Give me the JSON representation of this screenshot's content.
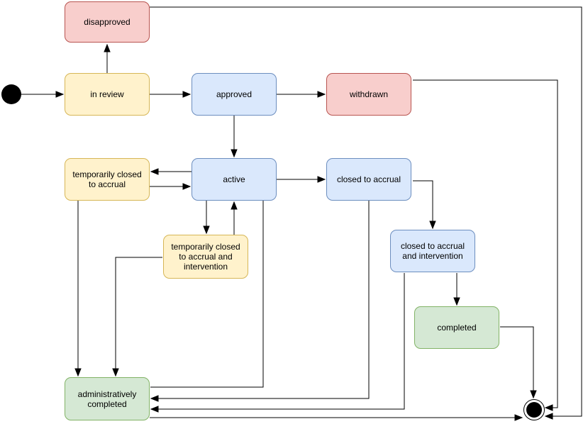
{
  "diagram": {
    "kind": "state-diagram",
    "background_color": "#ffffff",
    "edge_color": "#000000",
    "text_color": "#000000",
    "nodes": [
      {
        "id": "disapproved",
        "label": "disapproved",
        "fill": "#F8CECC",
        "stroke": "#B85450"
      },
      {
        "id": "in-review",
        "label": "in review",
        "fill": "#FFF2CC",
        "stroke": "#D6B656"
      },
      {
        "id": "approved",
        "label": "approved",
        "fill": "#DAE8FC",
        "stroke": "#6C8EBF"
      },
      {
        "id": "withdrawn",
        "label": "withdrawn",
        "fill": "#F8CECC",
        "stroke": "#B85450"
      },
      {
        "id": "temporarily-closed-to-accrual",
        "label": "temporarily closed to accrual",
        "fill": "#FFF2CC",
        "stroke": "#D6B656"
      },
      {
        "id": "active",
        "label": "active",
        "fill": "#DAE8FC",
        "stroke": "#6C8EBF"
      },
      {
        "id": "closed-to-accrual",
        "label": "closed to accrual",
        "fill": "#DAE8FC",
        "stroke": "#6C8EBF"
      },
      {
        "id": "temporarily-closed-to-accrual-and-intervention",
        "label": "temporarily closed to accrual and intervention",
        "fill": "#FFF2CC",
        "stroke": "#D6B656"
      },
      {
        "id": "closed-to-accrual-and-intervention",
        "label": "closed to accrual and intervention",
        "fill": "#DAE8FC",
        "stroke": "#6C8EBF"
      },
      {
        "id": "completed",
        "label": "completed",
        "fill": "#D5E8D4",
        "stroke": "#82B366"
      },
      {
        "id": "administratively-completed",
        "label": "administratively completed",
        "fill": "#D5E8D4",
        "stroke": "#82B366"
      }
    ],
    "start_node": {
      "id": "start",
      "shape": "filled-circle",
      "color": "#000000"
    },
    "end_node": {
      "id": "end",
      "shape": "double-circle",
      "color": "#000000"
    },
    "transitions": [
      {
        "from": "start",
        "to": "in review"
      },
      {
        "from": "in review",
        "to": "disapproved"
      },
      {
        "from": "in review",
        "to": "approved"
      },
      {
        "from": "approved",
        "to": "withdrawn"
      },
      {
        "from": "approved",
        "to": "active"
      },
      {
        "from": "active",
        "to": "temporarily closed to accrual"
      },
      {
        "from": "temporarily closed to accrual",
        "to": "active"
      },
      {
        "from": "active",
        "to": "closed to accrual"
      },
      {
        "from": "active",
        "to": "temporarily closed to accrual and intervention"
      },
      {
        "from": "temporarily closed to accrual and intervention",
        "to": "active"
      },
      {
        "from": "temporarily closed to accrual",
        "to": "administratively completed"
      },
      {
        "from": "temporarily closed to accrual and intervention",
        "to": "administratively completed"
      },
      {
        "from": "active",
        "to": "administratively completed",
        "arrowhead": "none"
      },
      {
        "from": "closed to accrual",
        "to": "closed to accrual and intervention"
      },
      {
        "from": "closed to accrual",
        "to": "administratively completed"
      },
      {
        "from": "closed to accrual and intervention",
        "to": "completed"
      },
      {
        "from": "closed to accrual and intervention",
        "to": "administratively completed"
      },
      {
        "from": "completed",
        "to": "end"
      },
      {
        "from": "withdrawn",
        "to": "end"
      },
      {
        "from": "disapproved",
        "to": "end"
      },
      {
        "from": "administratively completed",
        "to": "end"
      }
    ]
  }
}
